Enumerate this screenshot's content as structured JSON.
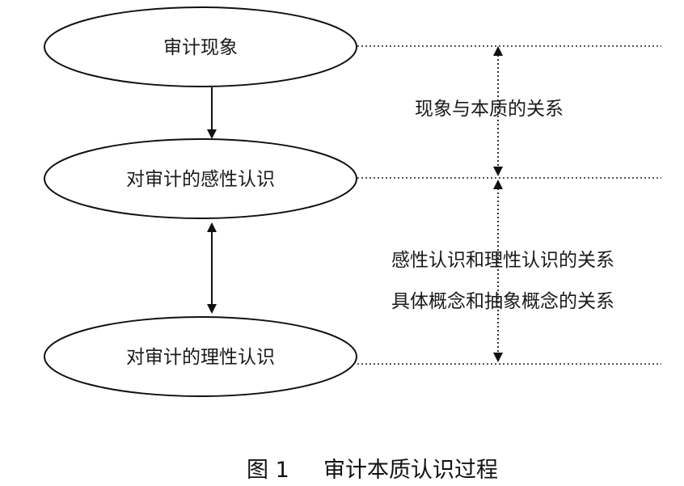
{
  "nodes": {
    "phenomenon": "审计现象",
    "perceptual": "对审计的感性认识",
    "rational": "对审计的理性认识"
  },
  "relations": {
    "phenomenon_essence": "现象与本质的关系",
    "perceptual_rational": "感性认识和理性认识的关系",
    "concrete_abstract": "具体概念和抽象概念的关系"
  },
  "caption": {
    "figure_number": "图 1",
    "title": "审计本质认识过程"
  }
}
